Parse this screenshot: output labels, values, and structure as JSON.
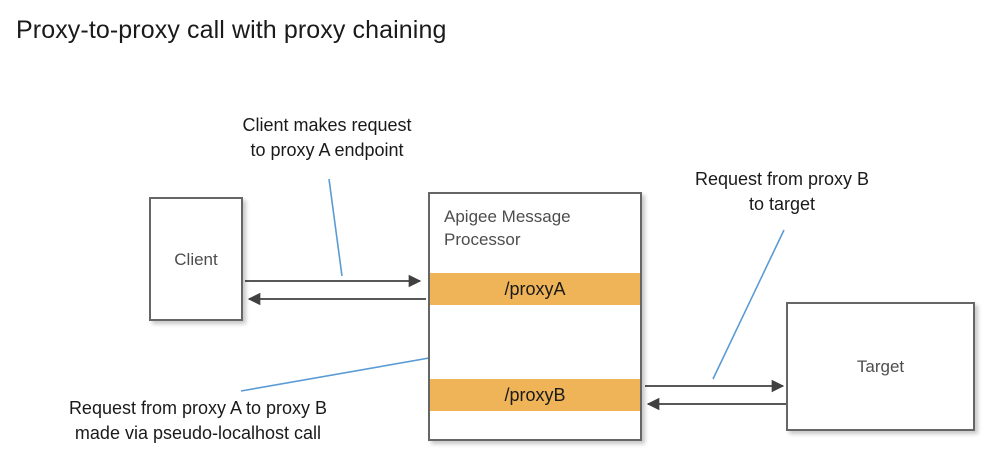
{
  "page": {
    "title": "Proxy-to-proxy call with proxy chaining",
    "background_color": "#ffffff"
  },
  "colors": {
    "proxy_band": "#efb457",
    "box_border": "#666666",
    "box_fill": "#ffffff",
    "node_text": "#4d4d4d",
    "title_text": "#1a1a1a",
    "leader_line": "#5b9bd5",
    "arrow": "#404040"
  },
  "diagram": {
    "type": "flow-diagram",
    "nodes": [
      {
        "id": "client",
        "label": "Client",
        "shape": "rectangle"
      },
      {
        "id": "message-processor",
        "label": "Apigee Message\nProcessor",
        "shape": "rectangle"
      },
      {
        "id": "proxy-a",
        "label": "/proxyA",
        "shape": "band",
        "parent": "message-processor"
      },
      {
        "id": "proxy-b",
        "label": "/proxyB",
        "shape": "band",
        "parent": "message-processor"
      },
      {
        "id": "target",
        "label": "Target",
        "shape": "rectangle"
      }
    ],
    "edges": [
      {
        "from": "client",
        "to": "proxy-a",
        "direction": "right"
      },
      {
        "from": "proxy-a",
        "to": "client",
        "direction": "left"
      },
      {
        "from": "proxy-b",
        "to": "proxy-a",
        "direction": "up"
      },
      {
        "from": "proxy-a",
        "to": "proxy-b",
        "direction": "down"
      },
      {
        "from": "proxy-b",
        "to": "target",
        "direction": "right"
      },
      {
        "from": "target",
        "to": "proxy-b",
        "direction": "left"
      }
    ]
  },
  "message_processor": {
    "title": "Apigee Message\nProcessor",
    "proxy_a_label": "/proxyA",
    "proxy_b_label": "/proxyB"
  },
  "client": {
    "label": "Client"
  },
  "target": {
    "label": "Target"
  },
  "annotations": {
    "client_request": "Client makes request\nto proxy A endpoint",
    "target_request": "Request from proxy B\nto target",
    "chaining_call": "Request from proxy A to proxy B\nmade via pseudo-localhost call"
  }
}
